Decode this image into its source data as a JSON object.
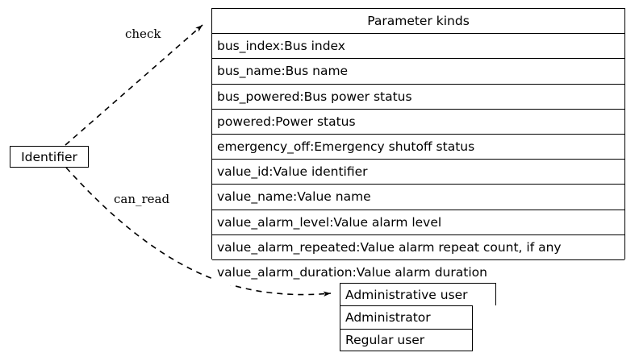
{
  "diagram": {
    "type": "graphviz-record-diagram",
    "background_color": "#ffffff",
    "line_color": "#000000",
    "text_color": "#000000"
  },
  "nodes": {
    "identifier": {
      "label": "Identifier"
    },
    "parameter_kinds": {
      "header": "Parameter kinds",
      "rows": [
        "bus_index:Bus index",
        "bus_name:Bus name",
        "bus_powered:Bus power status",
        "powered:Power status",
        "emergency_off:Emergency shutoff status",
        "value_id:Value identifier",
        "value_name:Value name",
        "value_alarm_level:Value alarm level",
        "value_alarm_repeated:Value alarm repeat count, if any",
        "value_alarm_duration:Value alarm duration"
      ]
    },
    "administrative_user": {
      "header": "Administrative user",
      "rows": [
        "Administrator",
        "Regular user"
      ]
    }
  },
  "edges": [
    {
      "id": "edge-check",
      "label": "check",
      "from": "identifier",
      "to": "parameter_kinds",
      "style": "dashed",
      "arrowhead": "normal"
    },
    {
      "id": "edge-can-read",
      "label": "can_read",
      "from": "identifier",
      "to": "administrative_user",
      "style": "dashed",
      "arrowhead": "normal"
    }
  ]
}
